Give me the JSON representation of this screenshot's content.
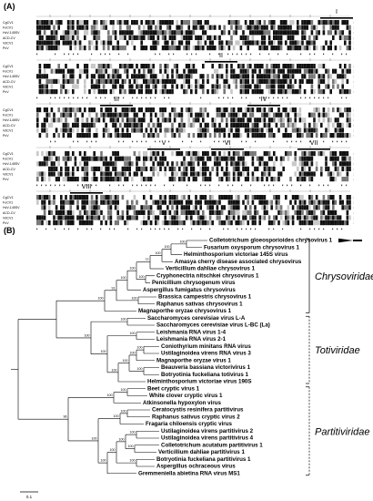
{
  "panel_a": {
    "label": "(A)",
    "seq_names": [
      "CgCV1",
      "FoCV1",
      "HvV-145SV",
      "ACD-CV",
      "VdCV1",
      "PcV"
    ],
    "roman_motifs": [
      "I",
      "II",
      "III",
      "IV",
      "V",
      "VI",
      "VII",
      "VIII"
    ]
  },
  "panel_b": {
    "label": "(B)",
    "scale_label": "0.1",
    "families": [
      "Chrysoviridae",
      "Totiviridae",
      "Partitiviridae"
    ],
    "leaves": [
      "Colletotrichum gloeosporioides chrysovirus 1",
      "Fusarium oxysporum chrysovirus 1",
      "Helminthosporium victoriae 145S virus",
      "Amasya cherry disease associated chrysovirus",
      "Verticillium dahliae chrysovirus 1",
      "Cryphonectria nitschkei chrysovirus 1",
      "Penicillium chrysogenum virus",
      "Aspergillus fumigatus chrysovirus",
      "Brassica campestris chrysovirus 1",
      "Raphanus sativas chrysovirus 1",
      "Magnaporthe oryzae chrysovirus 1",
      "Saccharomyces cerevisiae virus L-A",
      "Saccharomyces cerevisiae virus L-BC (La)",
      "Leishmania RNA virus 1-4",
      "Leishmania RNA virus 2-1",
      "Coniothyrium minitans RNA virus",
      "Ustilaginoidea virens RNA virus 3",
      "Magnaporthe oryzae virus 1",
      "Beauveria bassiana victorivirus 1",
      "Botryotinia fuckeliana totivirus 1",
      "Helminthosporium victoriae virus 190S",
      "Beet cryptic virus 1",
      "White clover cryptic virus 1",
      "Atkinsonella hypoxylon virus",
      "Ceratocystis resinifera partitivirus",
      "Raphanus sativus cryptic virus 2",
      "Fragaria chiloensis cryptic virus",
      "Ustilaginoidea virens partitivirus 2",
      "Ustilaginoidea virens partitivirus 4",
      "Colletotrichum acutatum partitivirus 1",
      "Verticillium dahliae partitivirus 1",
      "Botryotinia fuckeliana partitivirus 1",
      "Aspergillus ochraceous virus",
      "Gremmeniella abietina RNA virus MS1"
    ],
    "bootstrap": [
      "100",
      "100",
      "100",
      "72",
      "100",
      "100",
      "100",
      "100",
      "91",
      "100",
      "100",
      "100",
      "100",
      "100",
      "100",
      "100",
      "100",
      "100",
      "100",
      "100",
      "100",
      "100",
      "100",
      "100",
      "100",
      "100",
      "100",
      "100",
      "100",
      "100",
      "96",
      "100",
      "100"
    ]
  }
}
